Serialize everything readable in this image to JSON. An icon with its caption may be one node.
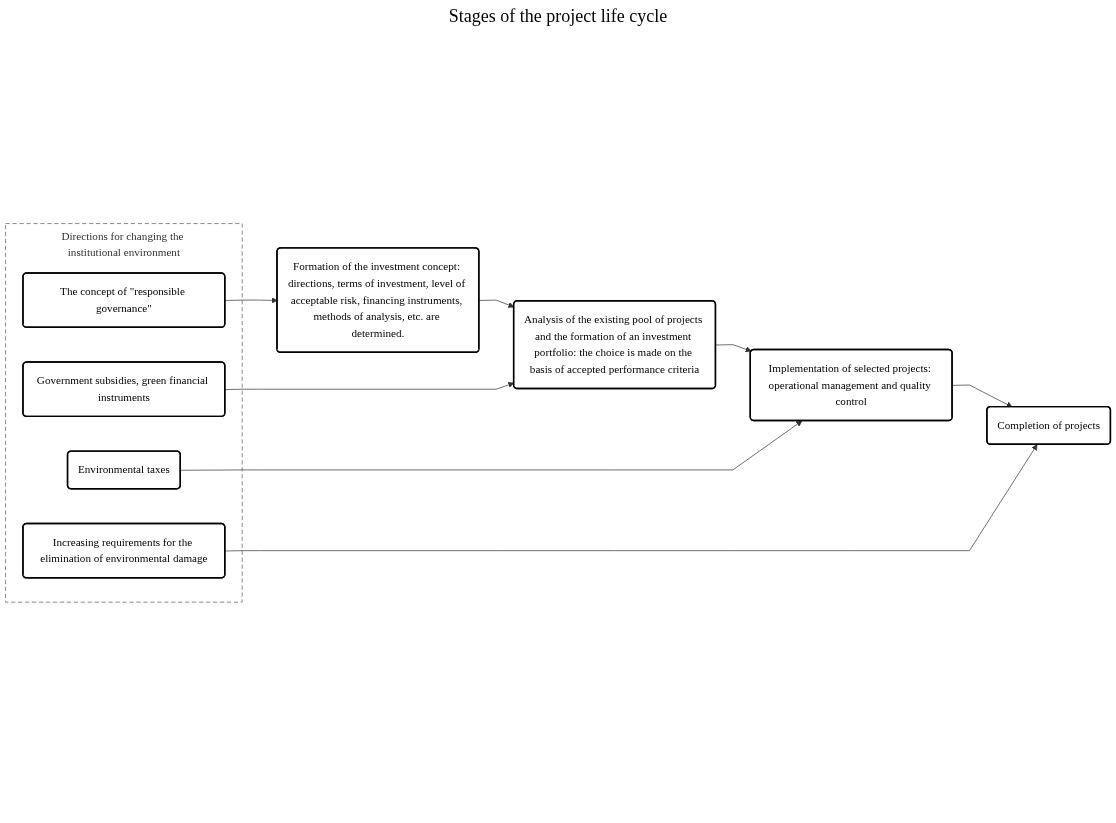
{
  "diagram": {
    "nodes": [
      {
        "text": [
          "Directions for changing the institutional environment"
        ]
      },
      {
        "text": [
          "The concept of \"responsible governance\""
        ],
        "in": 0
      },
      {
        "text": [
          "Government subsidies, green financial instruments"
        ],
        "in": 0
      },
      {
        "text": [
          "Environmental taxes"
        ],
        "in": 0
      },
      {
        "text": [
          "Increasing requirements for the elimination of environmental damage"
        ],
        "in": 0
      },
      {
        "text": [
          "Formation of the investment concept: directions, terms of investment, level of acceptable risk, financing instruments, methods of analysis, etc. are determined."
        ]
      },
      {
        "text": [
          "Analysis of the existing pool of projects and the formation of an investment portfolio: the choice is made on the basis of accepted performance criteria"
        ]
      },
      {
        "text": [
          "Implementation of selected projects: operational management and quality control"
        ]
      },
      {
        "text": [
          "Completion of projects"
        ]
      }
    ],
    "edges": [
      {
        "from": 1,
        "to": 5,
        "arrow": "to"
      },
      {
        "from": 5,
        "to": 6,
        "arrow": "to"
      },
      {
        "from": 2,
        "to": 6,
        "arrow": "to"
      },
      {
        "from": 6,
        "to": 7,
        "arrow": "to"
      },
      {
        "from": 3,
        "to": 7,
        "arrow": "to"
      },
      {
        "from": 7,
        "to": 8,
        "arrow": "to"
      },
      {
        "from": 4,
        "to": 8,
        "arrow": "to"
      }
    ],
    "labels": [
      "Stages of the project life cycle"
    ]
  }
}
